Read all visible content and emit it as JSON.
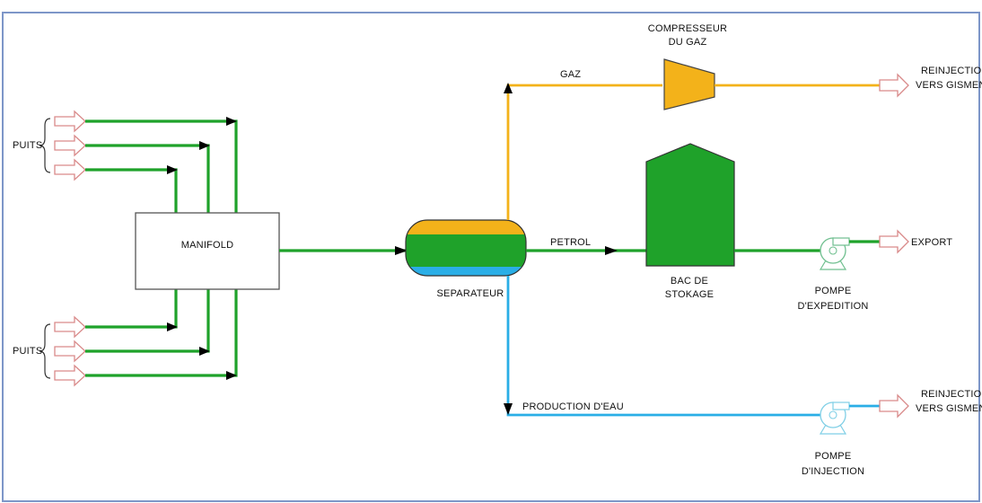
{
  "labels": {
    "puits_top": "PUITS",
    "puits_bottom": "PUITS",
    "manifold": "MANIFOLD",
    "separateur": "SEPARATEUR",
    "gaz": "GAZ",
    "compresseur_line1": "COMPRESSEUR",
    "compresseur_line2": "DU GAZ",
    "reinjection_gas_line1": "REINJECTION",
    "reinjection_gas_line2": "VERS GISMEN",
    "petrol": "PETROL",
    "bac_line1": "BAC DE",
    "bac_line2": "STOKAGE",
    "export": "EXPORT",
    "pompe_exp_line1": "POMPE",
    "pompe_exp_line2": "D'EXPEDITION",
    "production_eau": "PRODUCTION D'EAU",
    "pompe_inj_line1": "POMPE",
    "pompe_inj_line2": "D'INJECTION",
    "reinjection_water_line1": "REINJECTION",
    "reinjection_water_line2": "VERS GISMEN"
  },
  "colors": {
    "oil_line": "#1fa22a",
    "gas_line": "#f3b21a",
    "water_line": "#2aaee6",
    "frame_border": "#7d96c8",
    "inlet_arrow": "#d98a8a"
  }
}
